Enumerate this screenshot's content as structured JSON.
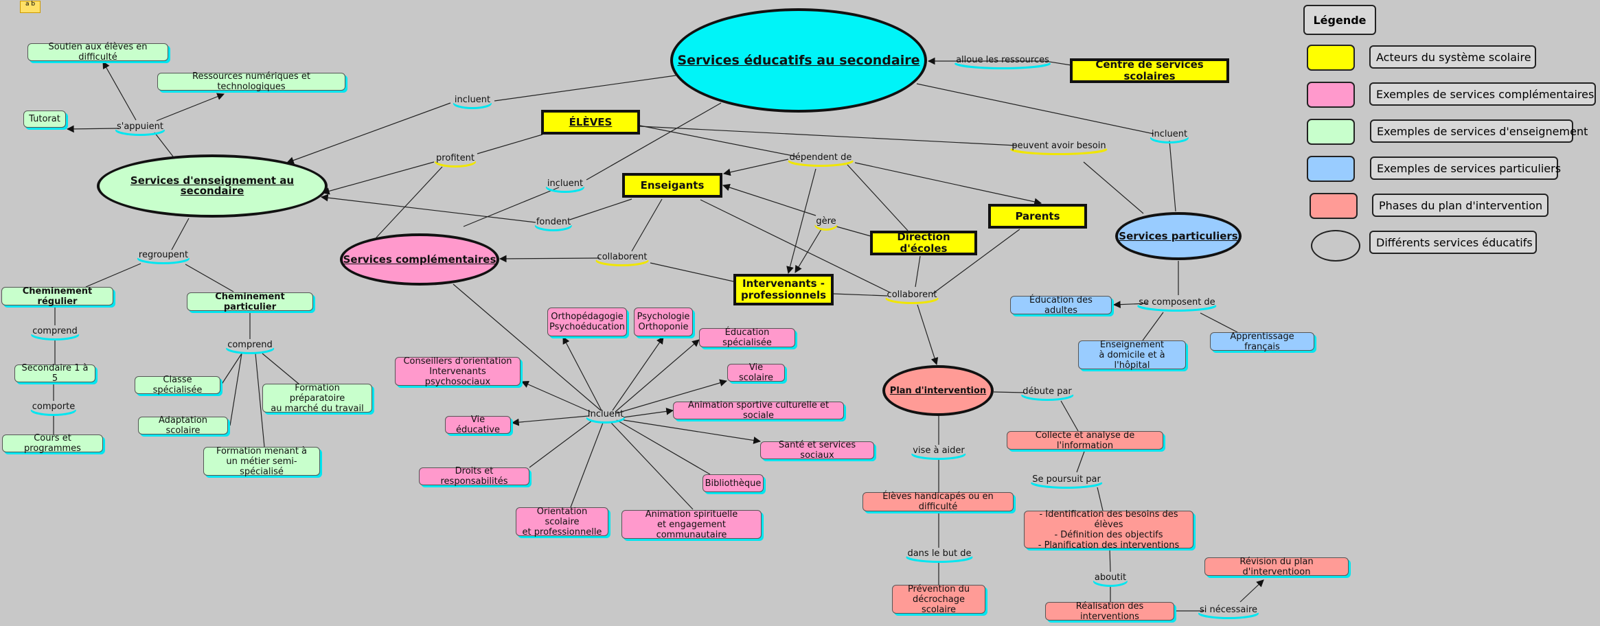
{
  "corner_icon": {
    "name": "concept-map-icon",
    "label": "a\nb"
  },
  "legend": {
    "title": "Légende",
    "items": [
      {
        "color": "#ffff00",
        "label": "Acteurs du système scolaire",
        "shape": "box"
      },
      {
        "color": "#ff99cc",
        "label": "Exemples de services complémentaires",
        "shape": "box"
      },
      {
        "color": "#c8ffcc",
        "label": "Exemples de services d'enseignement",
        "shape": "box"
      },
      {
        "color": "#99ccff",
        "label": "Exemples de services particuliers",
        "shape": "box"
      },
      {
        "color": "#ff9b96",
        "label": "Phases du plan d'intervention",
        "shape": "box"
      },
      {
        "color": "#c8c8c8",
        "label": "Différents services éducatifs",
        "shape": "ellipse"
      }
    ]
  },
  "nodes": {
    "services_educatifs": "Services éducatifs au secondaire",
    "centre_services": "Centre de services scolaires",
    "eleves": "ÉLÈVES",
    "enseignants": "Enseigants",
    "parents": "Parents",
    "direction": "Direction d'écoles",
    "intervenants": "Intervenants -\nprofessionnels",
    "services_enseignement": "Services d'enseignement au secondaire",
    "services_complementaires": "Services complémentaires",
    "services_particuliers": "Services particuliers",
    "plan_intervention": "Plan d'intervention",
    "soutien": "Soutien aux élèves en difficulté",
    "ressources_num": "Ressources numériques et technologiques",
    "tutorat": "Tutorat",
    "chem_regulier": "Cheminement régulier",
    "chem_particulier": "Cheminement particulier",
    "secondaire": "Secondaire 1 à 5",
    "cours": "Cours et programmes",
    "classe_spec": "Classe spécialisée",
    "adaptation": "Adaptation scolaire",
    "formation_prep": "Formation préparatoire\nau marché du travail",
    "formation_semi": "Formation menant à\nun métier semi-spécialisé",
    "ortho": "Orthopédagogie\nPsychoéducation",
    "psycho": "Psychologie\nOrthoponie",
    "educ_spec": "Éducation spécialisée",
    "vie_scolaire": "Vie scolaire",
    "conseillers": "Conseillers d'orientation\nIntervenants psychosociaux",
    "vie_educative": "Vie éducative",
    "animation_sport": "Animation sportive culturelle et sociale",
    "sante": "Santé et services sociaux",
    "droits": "Droits et responsabilités",
    "bibliotheque": "Bibliothèque",
    "orientation": "Orientation scolaire\net professionnelle",
    "animation_spir": "Animation spirituelle\net engagement communautaire",
    "educ_adultes": "Éducation des adultes",
    "enseign_domicile": "Enseignement\nà domicile et à l'hôpital",
    "apprentissage": "Apprentissage français",
    "eleves_handicapes": "Élèves handicapés ou en difficulté",
    "prevention": "Prévention du\ndécrochage scolaire",
    "collecte": "Collecte et analyse de l'information",
    "identification": "- Identification des besoins des élèves\n- Définition des objectifs\n- Planification des interventions",
    "realisation": "Réalisation des interventions",
    "revision": "Révision du plan d'interventioon"
  },
  "links": {
    "alloue": "alloue les ressources",
    "incluent_top": "incluent",
    "incluent_right": "incluent",
    "incluent_mid": "incluent",
    "profitent": "profitent",
    "dependent": "dépendent de",
    "peuvent": "peuvent avoir besoin",
    "sappuient": "s'appuient",
    "fondent": "fondent",
    "gere": "gère",
    "collaborent_left": "collaborent",
    "collaborent_right": "collaborent",
    "regroupent": "regroupent",
    "comprend_a": "comprend",
    "comprend_b": "comprend",
    "comporte": "comporte",
    "incluent_sc": "Incluent",
    "se_composent": "se composent de",
    "debute": "débute par",
    "vise": "vise à aider",
    "dans_le_but": "dans le but de",
    "se_poursuit": "Se poursuit par",
    "aboutit": "aboutit",
    "si_necessaire": "si nécessaire"
  }
}
